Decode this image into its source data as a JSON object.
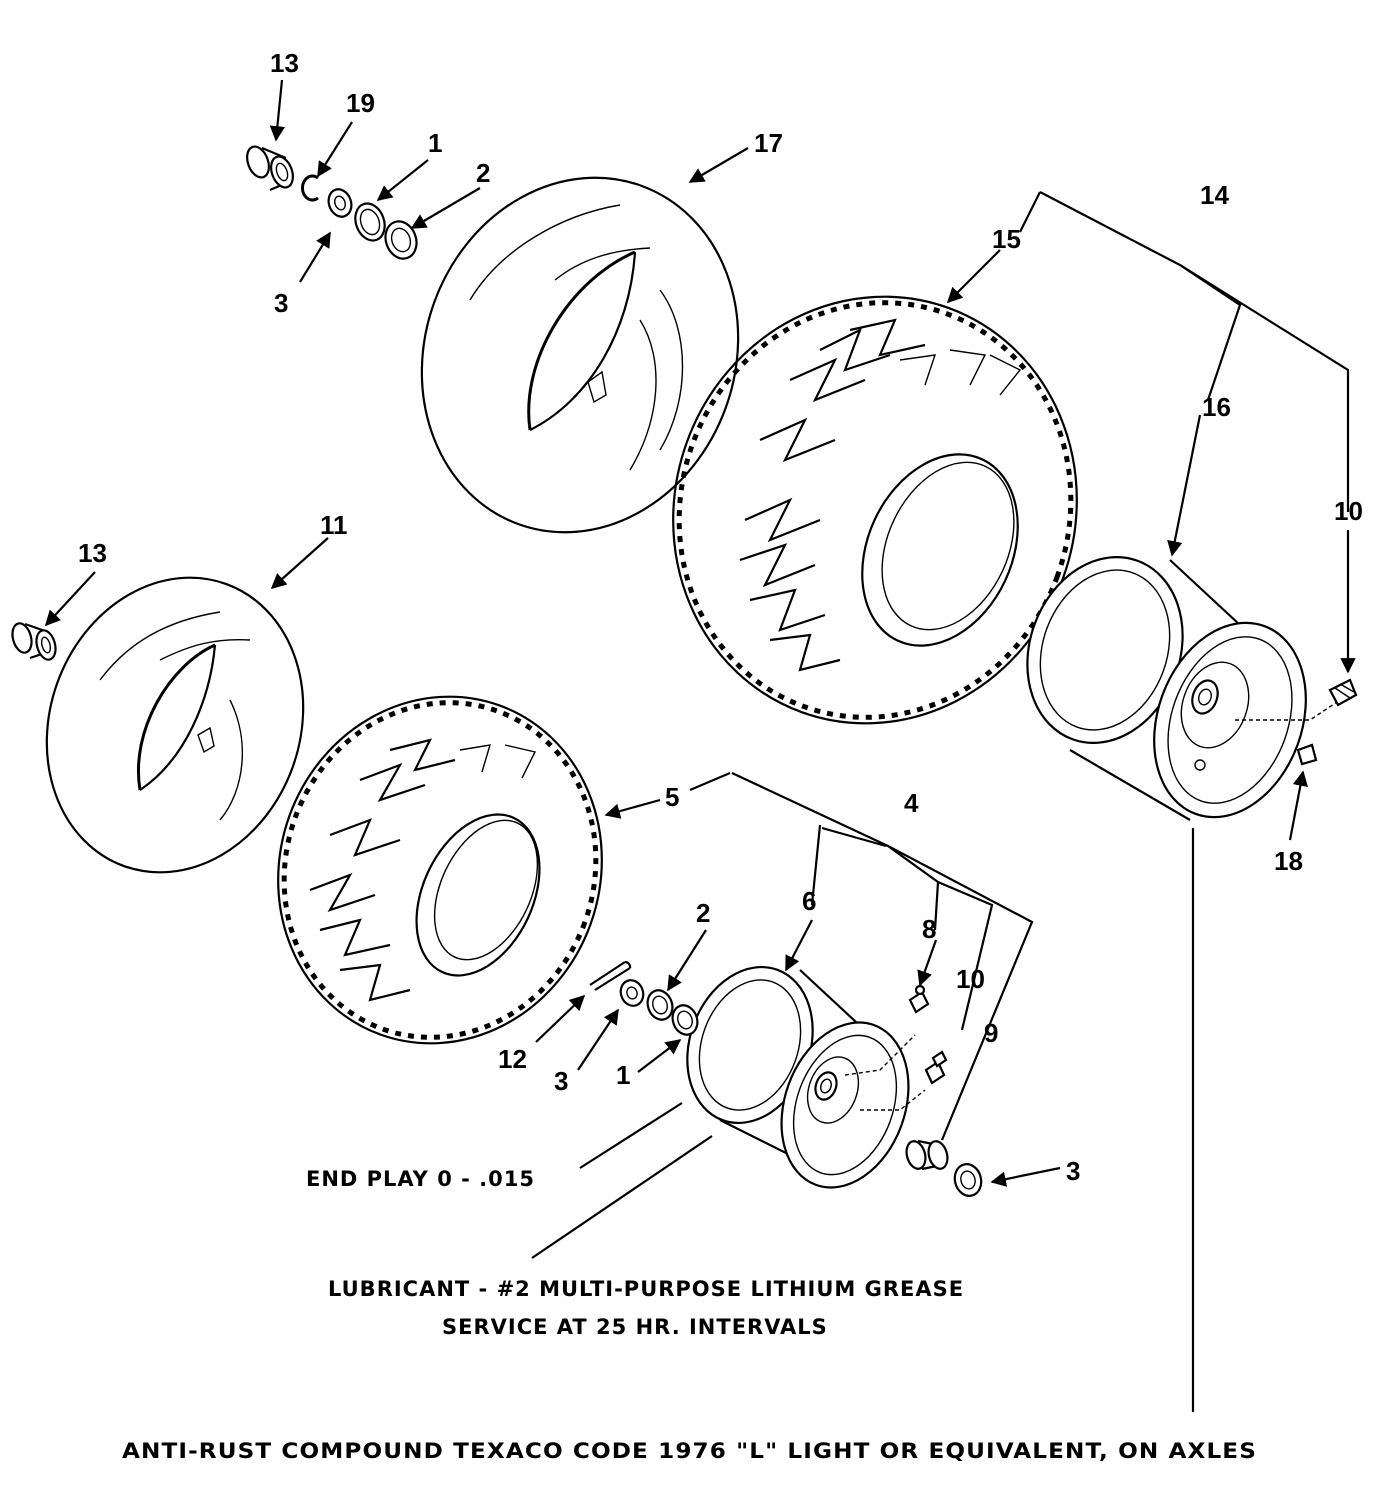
{
  "callouts": {
    "c13_top": "13",
    "c19": "19",
    "c1_top": "1",
    "c2_top": "2",
    "c3_top": "3",
    "c17": "17",
    "c14": "14",
    "c15": "15",
    "c16": "16",
    "c10_right": "10",
    "c18": "18",
    "c13_left": "13",
    "c11": "11",
    "c5": "5",
    "c4": "4",
    "c6": "6",
    "c2_mid": "2",
    "c8": "8",
    "c10_mid": "10",
    "c9": "9",
    "c12": "12",
    "c3_mid": "3",
    "c1_mid": "1",
    "c3_right": "3"
  },
  "notes": {
    "end_play": "END PLAY 0 - .015",
    "lubricant": "LUBRICANT - #2 MULTI-PURPOSE LITHIUM GREASE",
    "service": "SERVICE AT 25 HR. INTERVALS",
    "anti_rust": "ANTI-RUST COMPOUND  TEXACO CODE 1976 \"L\" LIGHT OR EQUIVALENT, ON AXLES"
  }
}
